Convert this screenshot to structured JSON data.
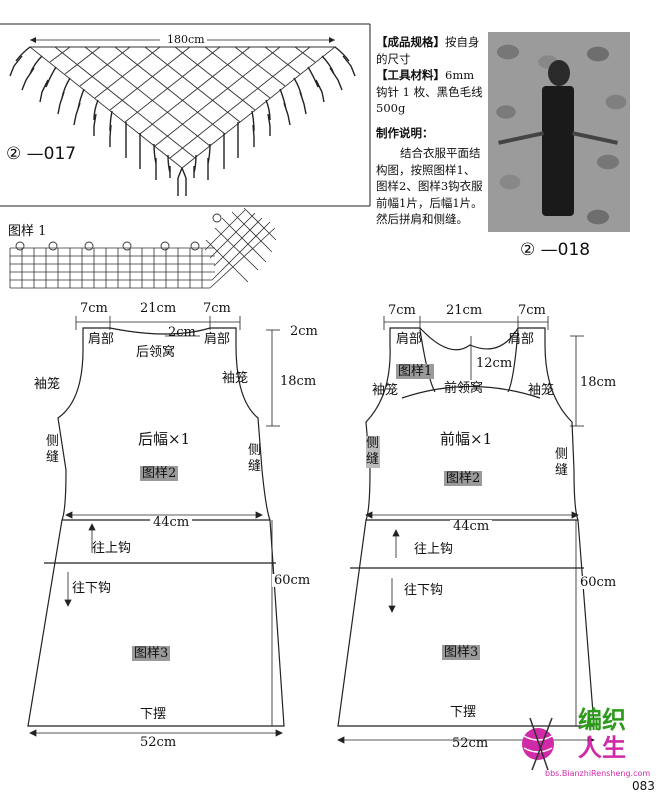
{
  "shawl": {
    "width_label": "180cm",
    "code": "② —017"
  },
  "spec": {
    "size_head": "【成品规格】",
    "size_text": "按自身的尺寸",
    "tools_head": "【工具材料】",
    "tools_text": "6mm钩针 1 枚、黑色毛线 500g",
    "method_head": "制作说明：",
    "method_text": "结合衣服平面结构图，按照图样1、图样2、图样3钩衣服前幅1片，后幅1片。然后拼肩和侧缝。"
  },
  "dress_code": "② —018",
  "pattern1_label": "图样 1",
  "back": {
    "shoulder_w": "7cm",
    "neck_w": "21cm",
    "neck_depth": "2cm",
    "shoulder_w2": "7cm",
    "shoulder_l": "肩部",
    "shoulder_r": "肩部",
    "neck_label": "后领窝",
    "armhole_h": "18cm",
    "sleeve_l": "袖笼",
    "sleeve_r": "袖笼",
    "side_l": "侧缝",
    "side_r": "侧缝",
    "title": "后幅×1",
    "pattern2": "图样2",
    "bust": "44cm",
    "up": "往上钩",
    "down": "往下钩",
    "length": "60cm",
    "pattern3": "图样3",
    "hem": "下摆",
    "hem_w": "52cm"
  },
  "front": {
    "shoulder_w": "7cm",
    "neck_w": "21cm",
    "neck_depth": "12cm",
    "shoulder_w2": "7cm",
    "shoulder_l": "肩部",
    "shoulder_r": "肩部",
    "neck_label": "前领窝",
    "pattern1": "图样1",
    "armhole_h": "18cm",
    "sleeve_l": "袖笼",
    "sleeve_r": "袖笼",
    "side_l": "侧缝",
    "side_r": "侧缝",
    "title": "前幅×1",
    "pattern2": "图样2",
    "bust": "44cm",
    "up": "往上钩",
    "down": "往下钩",
    "length": "60cm",
    "pattern3": "图样3",
    "hem": "下摆",
    "hem_w": "52cm"
  },
  "logo": {
    "text1": "编织",
    "text2": "人生",
    "url": "bbs.BianzhiRensheng.com"
  },
  "page_number": "083"
}
